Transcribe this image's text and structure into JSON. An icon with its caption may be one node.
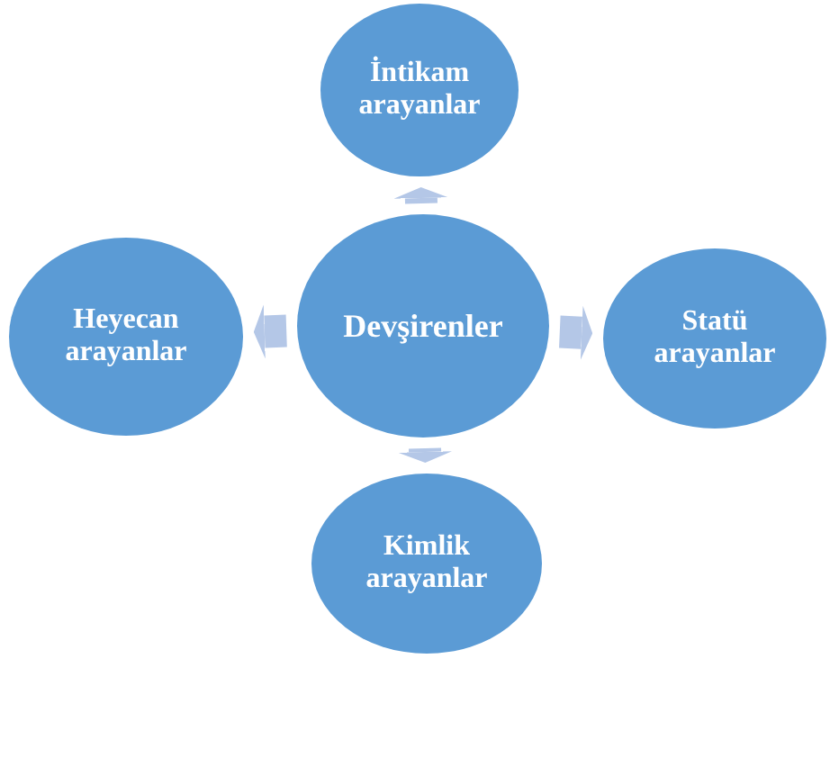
{
  "diagram": {
    "nodes": [
      {
        "text": [
          "İntikam arayanlar"
        ]
      },
      {
        "text": [
          "Heyecan arayanlar"
        ]
      },
      {
        "text": [
          "Devşirenler"
        ]
      },
      {
        "text": [
          "Statü arayanlar"
        ]
      },
      {
        "text": [
          "Kimlik arayanlar"
        ]
      }
    ],
    "edges": [
      {
        "from": 2,
        "to": 0,
        "arrow": "to"
      },
      {
        "from": 2,
        "to": 1,
        "arrow": "to"
      },
      {
        "from": 2,
        "to": 3,
        "arrow": "to"
      },
      {
        "from": 2,
        "to": 4,
        "arrow": "to"
      }
    ]
  }
}
